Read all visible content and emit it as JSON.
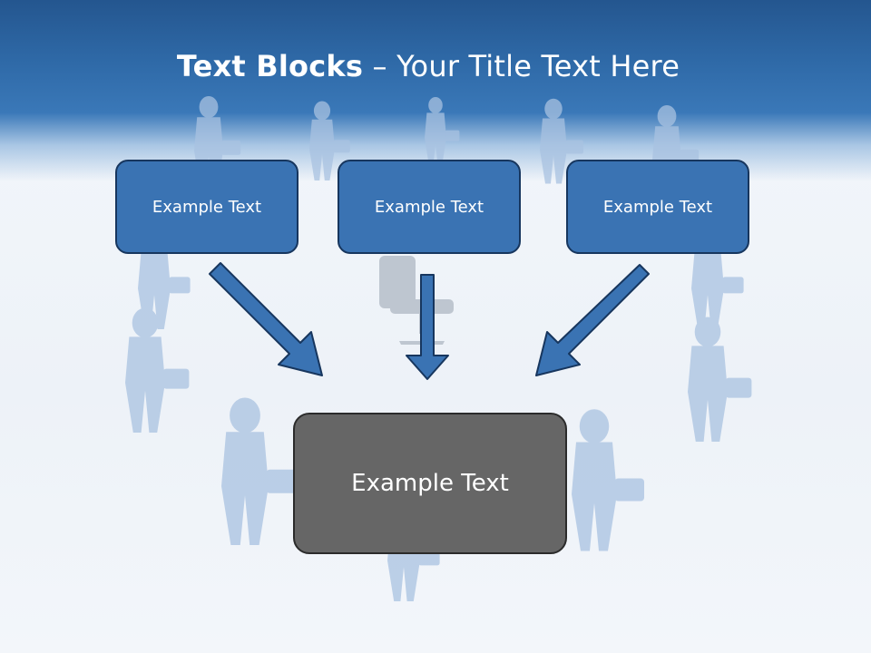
{
  "slide": {
    "title_bold": "Text Blocks",
    "title_dash": " – ",
    "title_rest": "Your Title Text Here"
  },
  "blocks": [
    {
      "label": "Example Text"
    },
    {
      "label": "Example Text"
    },
    {
      "label": "Example Text"
    }
  ],
  "center_block": {
    "label": "Example Text"
  },
  "colors": {
    "header": "#2f6aa8",
    "box_fill": "#3a73b3",
    "box_border": "#17365e",
    "center_fill": "#666666",
    "figure": "#a7c0e0"
  },
  "icons": [
    "business-person-icon",
    "briefcase-icon",
    "office-chair-icon",
    "arrow-down-right-icon",
    "arrow-down-icon",
    "arrow-down-left-icon"
  ]
}
